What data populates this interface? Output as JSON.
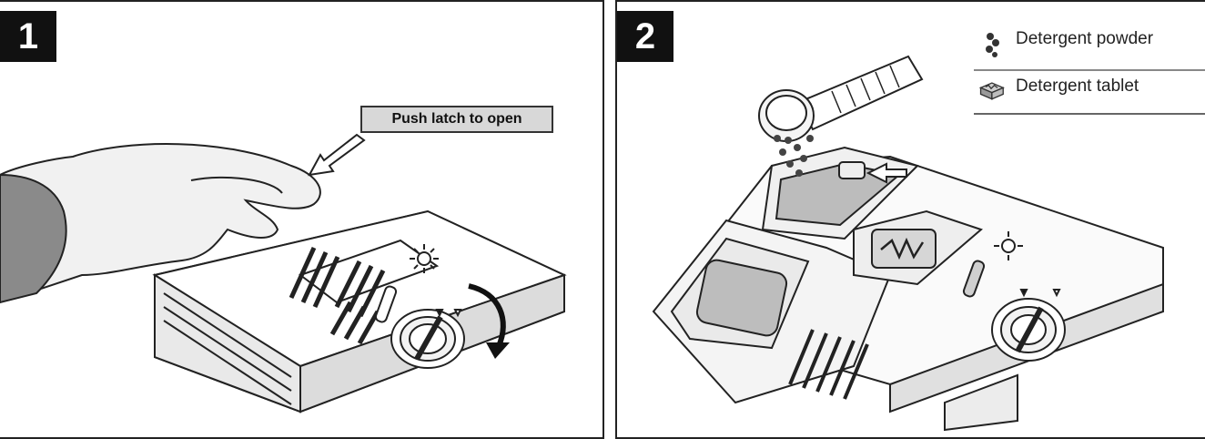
{
  "panel1": {
    "step": "1",
    "callout": "Push latch to open"
  },
  "panel2": {
    "step": "2",
    "legend": [
      {
        "icon": "detergent-powder-icon",
        "label": "Detergent powder"
      },
      {
        "icon": "detergent-tablet-icon",
        "label": "Detergent tablet"
      }
    ]
  }
}
